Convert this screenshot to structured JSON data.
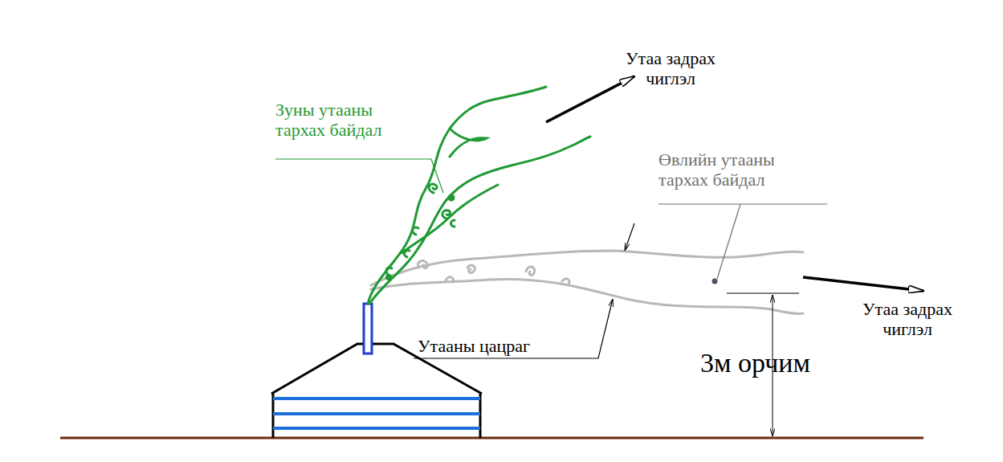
{
  "diagram": {
    "labels": [
      "Утаа задрах чиглэл",
      "Зуны утааны тархах байдал",
      "Өвлийн утааны тархах байдал",
      "Утааны цацраг",
      "Утаа задрах чиглэл",
      "3м орчим"
    ]
  }
}
